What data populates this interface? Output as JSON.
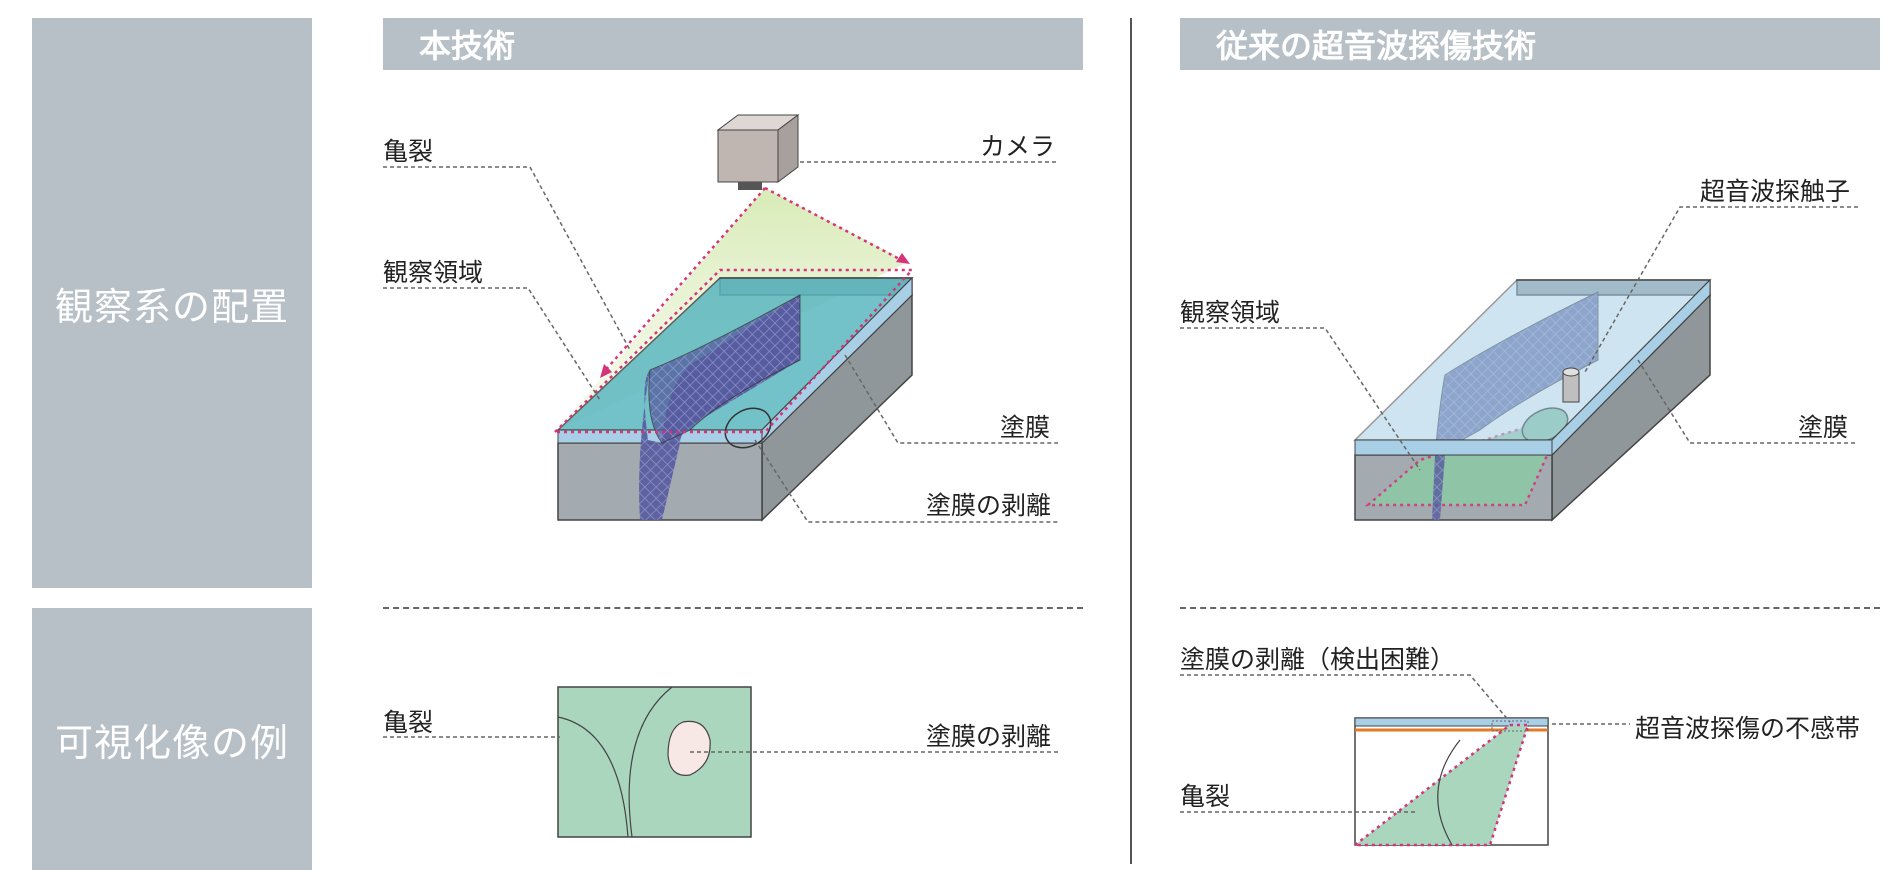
{
  "rows": {
    "layout": "観察系の配置",
    "example": "可視化像の例"
  },
  "columns": {
    "left": "本技術",
    "right": "従来の超音波探傷技術"
  },
  "left_top_labels": {
    "crack": "亀裂",
    "camera": "カメラ",
    "observation_area": "観察領域",
    "coating": "塗膜",
    "peeling": "塗膜の剥離"
  },
  "right_top_labels": {
    "probe": "超音波探触子",
    "observation_area": "観察領域",
    "coating": "塗膜"
  },
  "left_bottom_labels": {
    "crack": "亀裂",
    "peeling": "塗膜の剥離"
  },
  "right_bottom_labels": {
    "peeling_hard": "塗膜の剥離（検出困難）",
    "dead_zone": "超音波探傷の不感帯",
    "crack": "亀裂"
  },
  "colors": {
    "panel_gray": "#b8c0c7",
    "coating_teal": "#5bb7c0",
    "coating_blue": "#a9cfe6",
    "crack_purple": "#565a9e",
    "green_area": "#a9d6bd",
    "magenta_dotted": "#d6337a",
    "orange_line": "#e27a2a"
  }
}
